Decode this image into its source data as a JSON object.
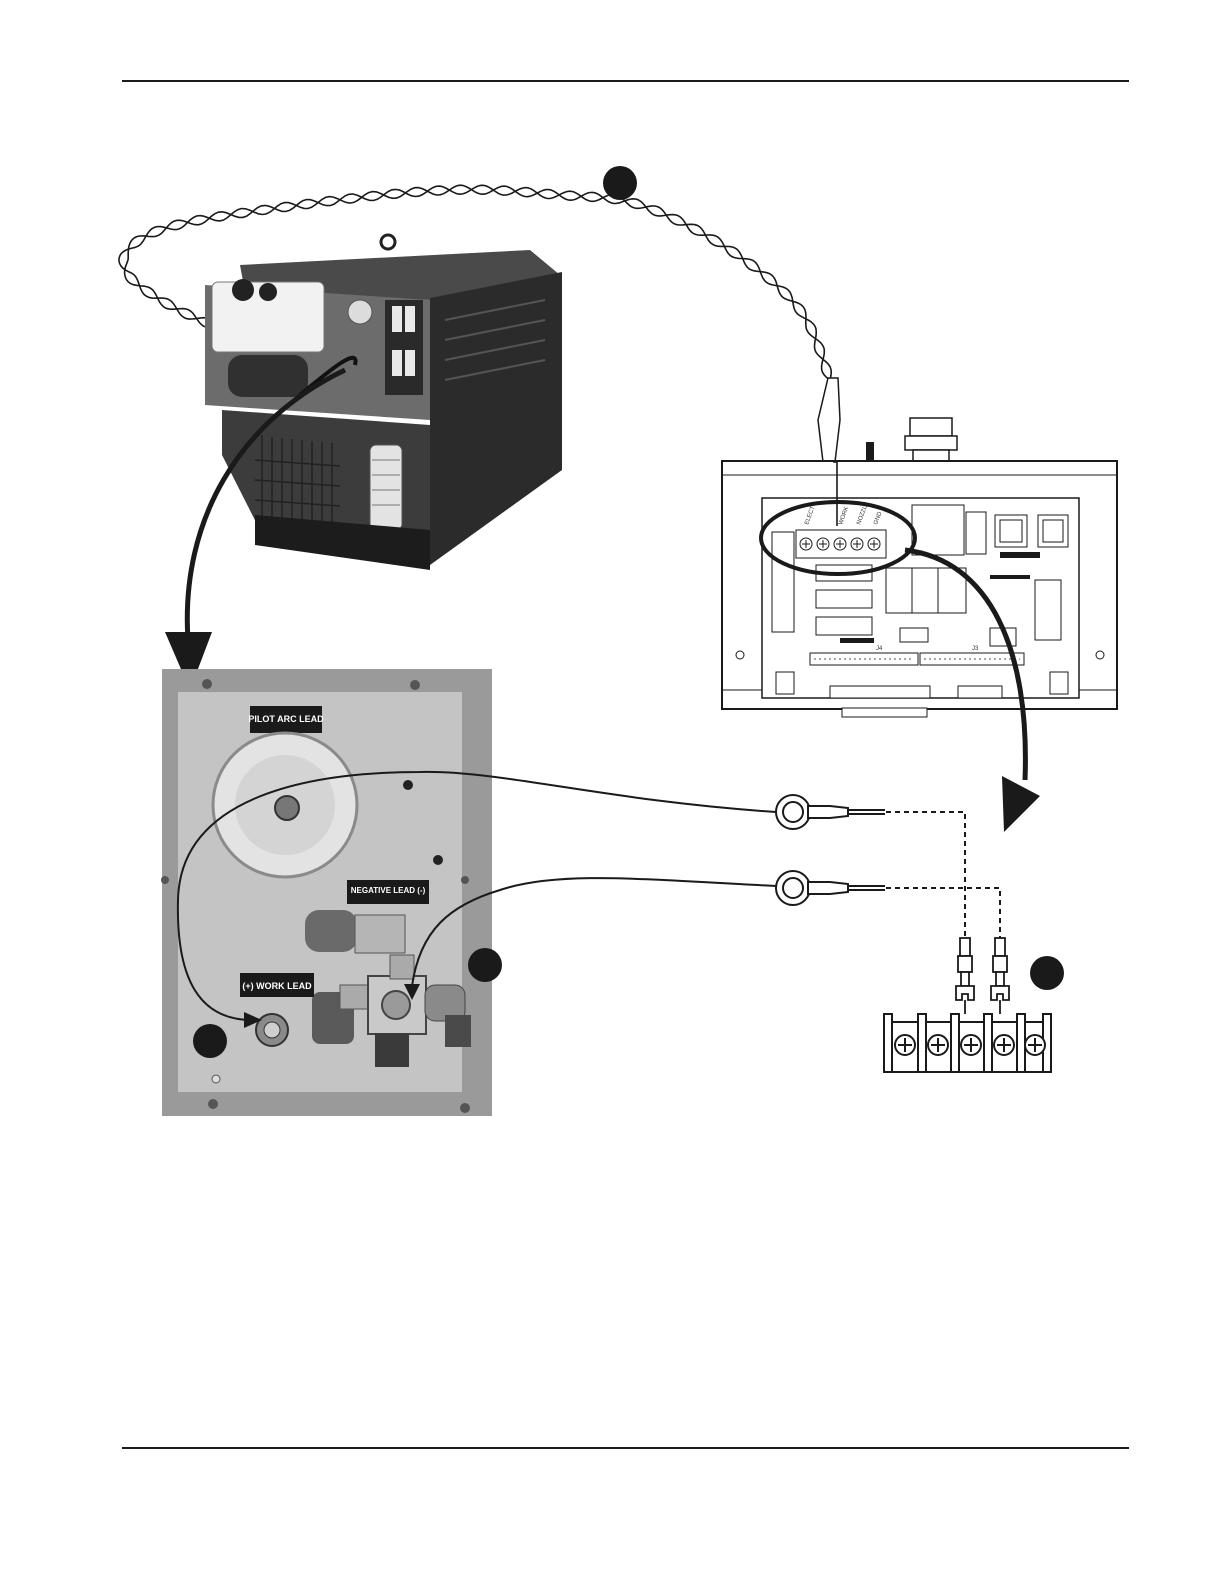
{
  "labels": {
    "pilot_arc_lead": "PILOT ARC LEAD",
    "negative_lead": "NEGATIVE LEAD (-)",
    "work_lead": "(+) WORK LEAD"
  },
  "pcb": {
    "terminal_labels": [
      "ELECT",
      "WORK",
      "NOZZLE",
      "GND"
    ],
    "connectors": [
      "J4",
      "J3"
    ]
  },
  "colors": {
    "ink": "#1a1a1a",
    "panel": "#9a9a9a",
    "plate": "#c4c4c4",
    "badge": "#1a1a1a"
  },
  "callout_markers": [
    "marker-top",
    "marker-center",
    "marker-right",
    "marker-left"
  ]
}
